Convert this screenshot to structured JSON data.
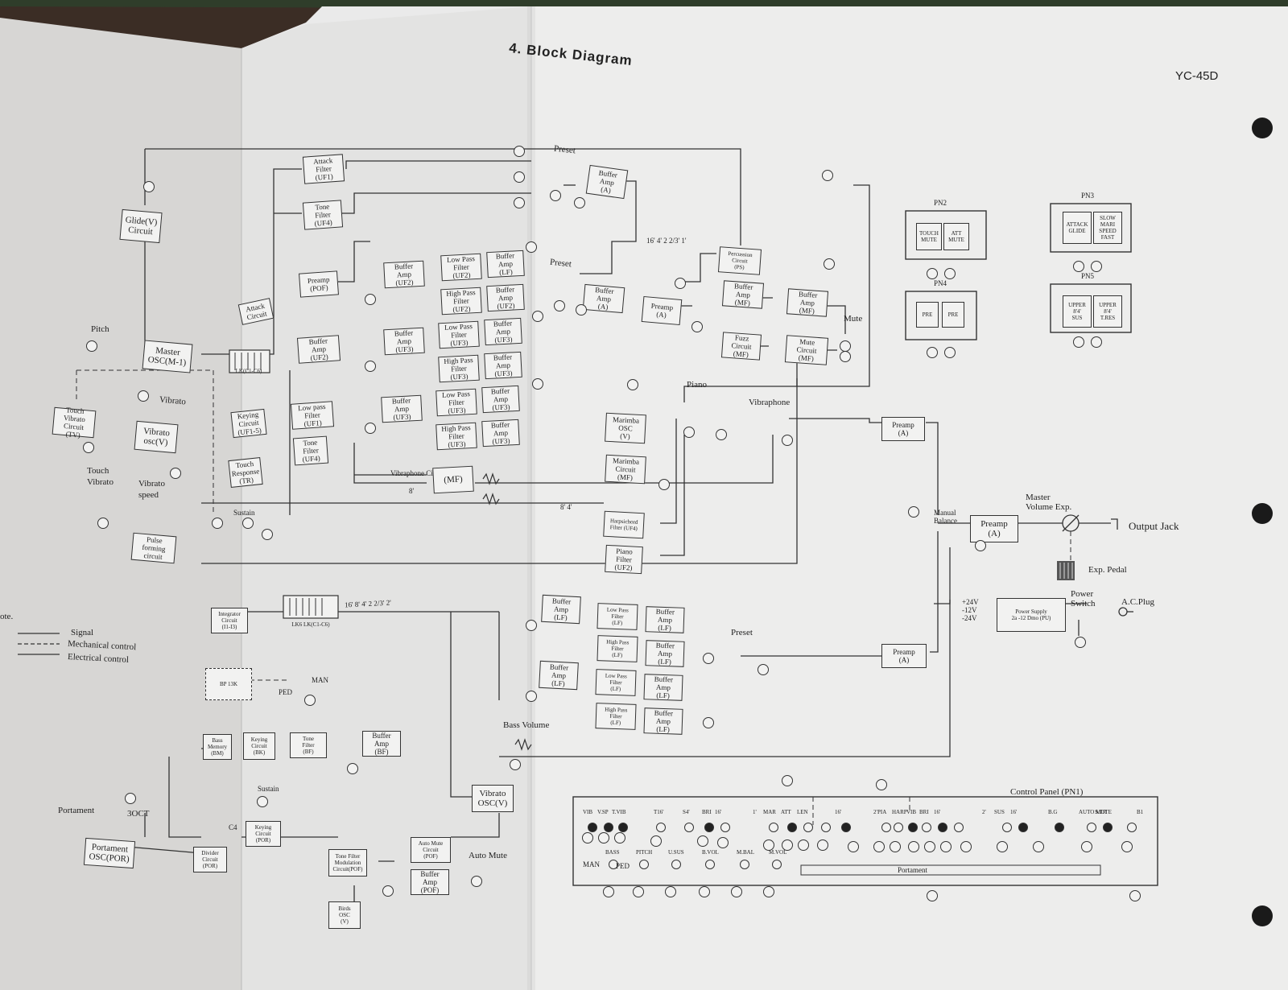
{
  "header": {
    "title": "4.  Block Diagram",
    "model": "YC-45D"
  },
  "legend": {
    "note": "ote.",
    "signal": "Signal",
    "mechanical": "Mechanical control",
    "electrical": "Electrical control"
  },
  "blocks": {
    "glide": "Glide(V)\nCircuit",
    "master_osc": "Master\nOSC(M-1)",
    "touch_vib": "Touch\nVibrato\nCircuit\n(TV)",
    "vib_osc": "Vibrato\nosc(V)",
    "pulse": "Pulse\nforming\ncircuit",
    "attack_uf1": "Attack\nFilter\n(UF1)",
    "tone_uf4_top": "Tone\nFilter\n(UF4)",
    "preamp_pof": "Preamp\n(POF)",
    "attack_circuit": "Attack\nCircuit",
    "buffer_uf2_a": "Buffer\nAmp\n(UF2)",
    "keying_uf1": "Keying\nCircuit\n(UF1-5)",
    "touch_resp": "Touch\nResponse\n(TR)",
    "lowpass_uf1": "Low pass\nFilter\n(UF1)",
    "tone_uf4_mid": "Tone\nFilter\n(UF4)",
    "buf_uf2_b": "Buffer\nAmp\n(UF2)",
    "buf_uf3_a": "Buffer\nAmp\n(UF3)",
    "buf_uf3_b": "Buffer\nAmp\n(UF3)",
    "lp_uf2": "Low Pass\nFilter\n(UF2)",
    "hp_uf2": "High Pass\nFilter\n(UF2)",
    "lp_uf3_a": "Low Pass\nFilter\n(UF3)",
    "hp_uf3_a": "High Pass\nFilter\n(UF3)",
    "lp_uf3_b": "Low Pass\nFilter\n(UF3)",
    "hp_uf3_b": "High Pass\nFilter\n(UF3)",
    "ba_lf": "Buffer\nAmp\n(LF)",
    "ba_uf2": "Buffer\nAmp\n(UF2)",
    "ba_uf3_1": "Buffer\nAmp\n(UF3)",
    "ba_uf3_2": "Buffer\nAmp\n(UF3)",
    "ba_uf3_3": "Buffer\nAmp\n(UF3)",
    "ba_uf3_4": "Buffer\nAmp\n(UF3)",
    "vib_circuit": "(MF)",
    "buffer_a_top": "Buffer\nAmp\n(A)",
    "buffer_a_mid": "Buffer\nAmp\n(A)",
    "preamp_a_mid": "Preamp\n(A)",
    "percussion": "Percussion\nCircuit\n(PS)",
    "buffer_mf": "Buffer\nAmp\n(MF)",
    "buffer_mf2": "Buffer\nAmp\n(MF)",
    "fuzz": "Fuzz\nCircuit\n(MF)",
    "mute_circuit": "Mute\nCircuit\n(MF)",
    "marimba_osc": "Marimba\nOSC\n(V)",
    "marimba_circuit": "Marimba\nCircuit\n(MF)",
    "harpsichord": "Harpsichord\nFilter (UF4)",
    "piano_filter": "Piano\nFilter\n(UF2)",
    "preamp_a_right": "Preamp\n(A)",
    "preamp_master": "Preamp\n(A)",
    "preamp_a_low": "Preamp\n(A)",
    "power_supply": "Power Supply\n2a -12  Dmo (PU)",
    "integrator": "Integrator\nCircuit\n(I1-I3)",
    "lk_upper": "LK6 LK(C1-C6)",
    "lk_top": "LK(C1-C6)",
    "bp": "BP 13K",
    "ba_lf_1": "Buffer\nAmp\n(LF)",
    "ba_lf_2": "Buffer\nAmp\n(LF)",
    "lp_lf_1": "Low Pass\nFilter\n(LF)",
    "hp_lf_1": "High Pass\nFilter\n(LF)",
    "lp_lf_2": "Low Pass\nFilter\n(LF)",
    "hp_lf_2": "High Pass\nFilter\n(LF)",
    "ba_lf_3": "Buffer\nAmp\n(LF)",
    "ba_lf_4": "Buffer\nAmp\n(LF)",
    "ba_lf_5": "Buffer\nAmp\n(LF)",
    "ba_lf_6": "Buffer\nAmp\n(LF)",
    "bass_memory": "Bass\nMemory\n(BM)",
    "keying_bk": "Keying\nCircuit\n(BK)",
    "tone_bf": "Tone\nFilter\n(BF)",
    "buffer_bf": "Buffer\nAmp\n(BF)",
    "vibrato_osc_low": "Vibrato\nOSC(V)",
    "portament_bar": "Portament",
    "portament_osc": "Portament\nOSC(POR)",
    "divider": "Divider\nCircuit\n(POR)",
    "keying_por": "Keying\nCircuit\n(POR)",
    "tone_mod": "Tone Filter\nModulation\nCircuit(POF)",
    "auto_mute": "Auto Mute\nCircuit\n(POF)",
    "buffer_pof": "Buffer\nAmp\n(POF)",
    "birds": "Birds\nOSC\n(V)",
    "pn2_touch": "TOUCH\nMUTE",
    "pn2_att": "ATT\nMUTE",
    "pn3_attack": "ATTACK\nGLIDE",
    "pn3_slow": "SLOW\nMARI\nSPEED\nFAST",
    "pn4_pre1": "PRE",
    "pn4_pre2": "PRE",
    "pn5_upper1": "UPPER\n8'4'\nSUS",
    "pn5_upper2": "UPPER\n8'4'\nT.RES"
  },
  "labels": {
    "pitch": "Pitch",
    "vibrato": "Vibrato",
    "touch_vibrato": "Touch\nVibrato",
    "vibrato_speed": "Vibrato\nspeed",
    "sustain": "Sustain",
    "preset_top": "Preset",
    "preset_mid": "Preset",
    "preset_low": "Preset",
    "mute": "Mute",
    "piano": "Piano",
    "vibraphone": "Vibraphone",
    "vibraphone_circuit": "Vibraphone  Circuit",
    "footages_top": "16' 4' 2 2/3' 1'",
    "footages_lower": "16' 8' 4' 2 2/3' 2'",
    "man": "MAN",
    "ped": "PED",
    "sustain_low": "Sustain",
    "bass_volume": "Bass Volume",
    "manual_balance": "Manual\nBalance",
    "master_volume": "Master\nVolume Exp.",
    "output_jack": "Output Jack",
    "exp_pedal": "Exp. Pedal",
    "power_switch": "Power\nSwitch",
    "ac_plug": "A.C.Plug",
    "voltages": "+24V\n-12V\n-24V",
    "auto_mute": "Auto Mute",
    "portament_top": "Portament",
    "portament_oct": "3OCT",
    "c4": "C4",
    "pn2": "PN2",
    "pn3": "PN3",
    "pn4": "PN4",
    "pn5": "PN5",
    "eight_four": "8' 4'",
    "eight": "8'"
  },
  "control_panel": {
    "title": "Control Panel (PN1)",
    "top_labels": [
      "VIB",
      "V.SP",
      "T.VIB",
      "T16'",
      "S4'",
      "BRI",
      "16'",
      "1'",
      "MAR",
      "ATT",
      "LEN",
      "16'",
      "2'",
      "PIA",
      "HARP",
      "VIB",
      "BRI",
      "16'",
      "2'",
      "SUS",
      "16'",
      "B.G",
      "AUTO MUTE",
      "S.TR",
      "B1"
    ],
    "bottom_labels": [
      "BASS",
      "PITCH",
      "U.SUS",
      "B.VOL",
      "M.BAL",
      "M.VOL"
    ],
    "man": "MAN",
    "ped": "PED",
    "portament_strip": "Portament"
  }
}
